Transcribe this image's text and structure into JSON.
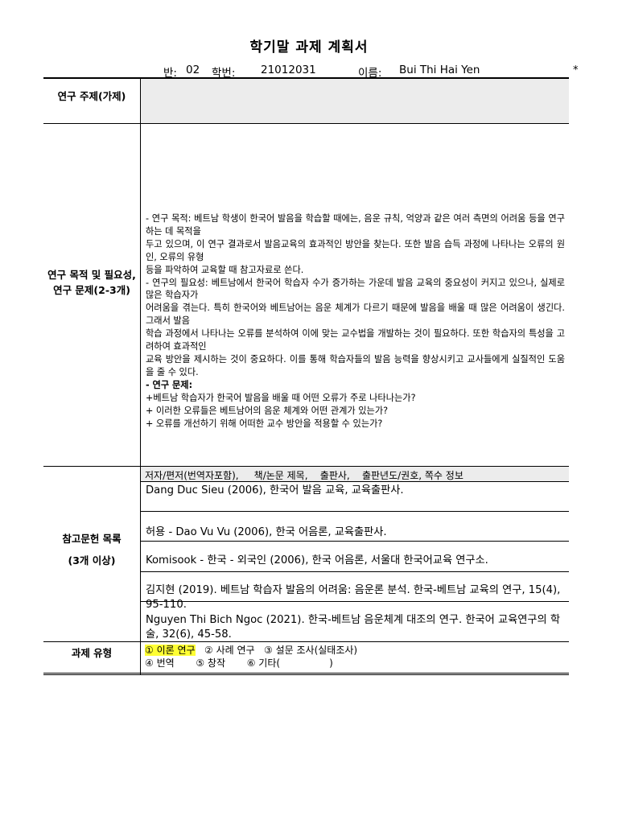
{
  "header": {
    "title": "학기말 과제 계획서",
    "class_label": "반:",
    "class_value": "02",
    "id_label": "학번:",
    "id_value": "21012031",
    "name_label": "이름:",
    "name_value": "Bui Thi Hai Yen",
    "star": "*"
  },
  "rows": {
    "topic_label": "연구 주제(가제)",
    "topic_value": "",
    "purpose_label_1": "연구 목적 및 필요성,",
    "purpose_label_2": "연구 문제(2-3개)",
    "purpose_lines": [
      "- 연구 목적: 베트남 학생이 한국어 발음을 학습할 때에는, 음운 규칙, 억양과 같은 여러 측면의 어려움 등을 연구하는 데 목적을",
      "두고 있으며, 이 연구 결과로서 발음교육의 효과적인 방안을 찾는다. 또한 발음 습득 과정에 나타나는 오류의 원인, 오류의 유형",
      "등을 파악하여 교육할 때 참고자료로 쓴다.",
      "- 연구의 필요성: 베트남에서 한국어 학습자 수가 증가하는 가운데 발음 교육의 중요성이 커지고 있으나, 실제로 많은 학습자가",
      "어려움을 겪는다. 특히 한국어와 베트남어는 음운 체계가 다르기 때문에 발음을 배울 때 많은 어려움이 생긴다. 그래서 발음",
      "학습 과정에서 나타나는 오류를 분석하여 이에 맞는 교수법을 개발하는 것이 필요하다. 또한 학습자의 특성을 고려하여 효과적인",
      "교육 방안을 제시하는 것이 중요하다. 이를 통해 학습자들의 발음 능력을 향상시키고 교사들에게 실질적인 도움을 줄 수 있다.",
      "- 연구 문제:",
      "+베트남 학습자가 한국어 발음을 배울 때 어떤 오류가 주로 나타나는가?",
      "+ 이러한 오류들은 베트남어의 음운 체계와 어떤 관계가 있는가?",
      "+ 오류를 개선하기 위해 어떠한 교수 방안을 적용할 수 있는가?"
    ],
    "refs_label_1": "참고문헌 목록",
    "refs_label_2": "(3개 이상)",
    "refs_header": "저자/편저(번역자포함),     책/논문 제목,    출판사,    출판년도/권호, 쪽수 정보",
    "refs": [
      "Dang Duc Sieu (2006), 한국어 발음 교육, 교육출판사.",
      "허용 - Dao Vu Vu (2006), 한국 어음론, 교육출판사.",
      "Komisook - 한국 - 외국인 (2006), 한국 어음론, 서울대 한국어교육 연구소.",
      "김지현 (2019). 베트남 학습자 발음의 어려움: 음운론 분석. 한국-베트남 교육의 연구, 15(4), 95-110.",
      "Nguyen Thi Bich Ngoc (2021). 한국-베트남 음운체계 대조의 연구. 한국어 교육연구의 학술, 32(6), 45-58."
    ],
    "category_label": "과제 유형",
    "category_options_1": [
      "① 이론 연구",
      "② 사례 연구",
      "③ 설문 조사(실태조사)"
    ],
    "category_options_2": [
      "④ 번역",
      "⑤ 창작",
      "⑥ 기타(",
      ")"
    ]
  },
  "colors": {
    "highlight": "#ffff33",
    "gray_band": "#ececec"
  }
}
